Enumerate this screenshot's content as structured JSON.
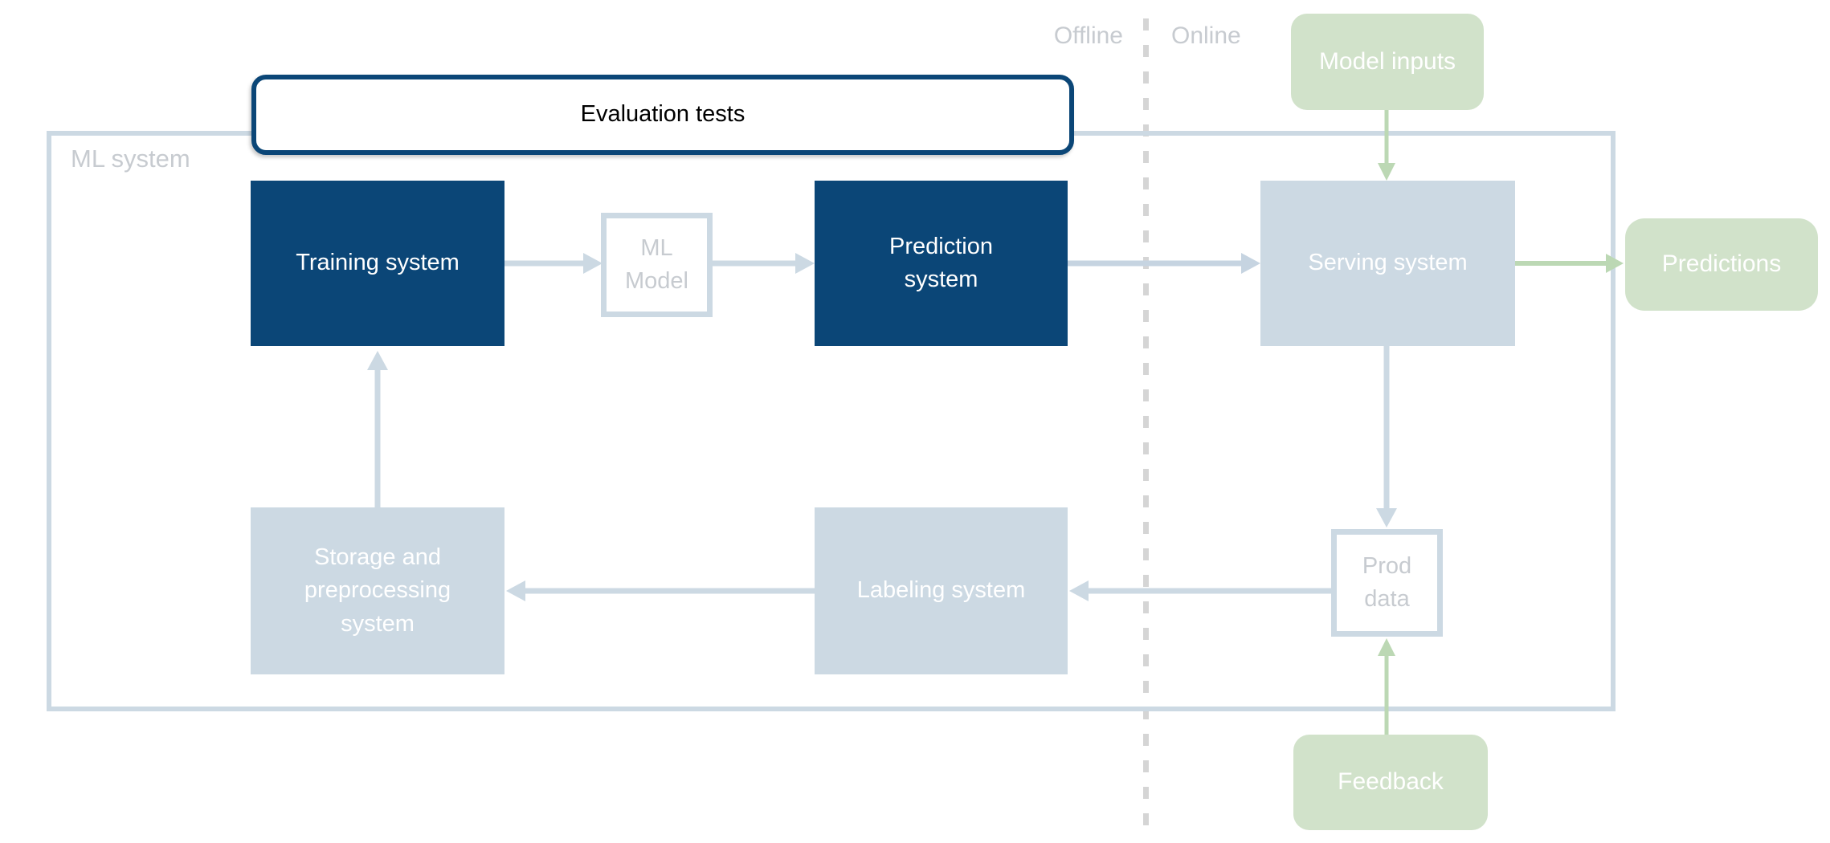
{
  "diagram": {
    "zones": {
      "offline_label": "Offline",
      "online_label": "Online"
    },
    "container_label": "ML system",
    "highlight_box": {
      "label": "Evaluation tests"
    },
    "nodes": {
      "training": {
        "label": "Training system"
      },
      "ml_model": {
        "label": "ML\nModel"
      },
      "prediction": {
        "label": "Prediction\nsystem"
      },
      "serving": {
        "label": "Serving system"
      },
      "predictions": {
        "label": "Predictions"
      },
      "model_inputs": {
        "label": "Model inputs"
      },
      "storage": {
        "label": "Storage and\npreprocessing\nsystem"
      },
      "labeling": {
        "label": "Labeling system"
      },
      "prod_data": {
        "label": "Prod\ndata"
      },
      "feedback": {
        "label": "Feedback"
      }
    },
    "edges": [
      {
        "from": "training",
        "to": "ml_model",
        "color": "lightblue"
      },
      {
        "from": "ml_model",
        "to": "prediction",
        "color": "lightblue"
      },
      {
        "from": "prediction",
        "to": "serving",
        "color": "lightblue"
      },
      {
        "from": "model_inputs",
        "to": "serving",
        "color": "green"
      },
      {
        "from": "serving",
        "to": "predictions",
        "color": "green"
      },
      {
        "from": "serving",
        "to": "prod_data",
        "color": "lightblue"
      },
      {
        "from": "feedback",
        "to": "prod_data",
        "color": "green"
      },
      {
        "from": "prod_data",
        "to": "labeling",
        "color": "lightblue"
      },
      {
        "from": "labeling",
        "to": "storage",
        "color": "lightblue"
      },
      {
        "from": "storage",
        "to": "training",
        "color": "lightblue"
      }
    ],
    "colors": {
      "navy": "#0b4677",
      "lightblue": "#ccd9e3",
      "green_fill": "#d1e2ca",
      "green_line": "#bcd8b4",
      "gray_text": "#c7cbd0",
      "dashed_divider": "#d5d5d5"
    }
  }
}
